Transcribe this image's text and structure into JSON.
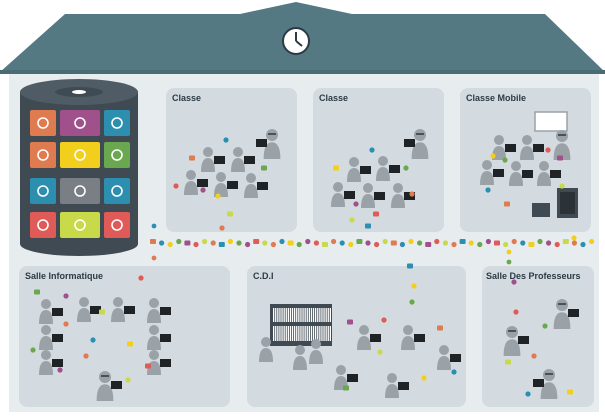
{
  "building": {
    "colors": {
      "roof": "#557983",
      "wall": "#e7ecef",
      "room": "#d3dbe0",
      "person": "#9aa2a8",
      "screen": "#1f2326",
      "server": "#3f4a52"
    }
  },
  "clock": {
    "icon": "clock-icon"
  },
  "server": {
    "app_icons": [
      {
        "name": "microphone-icon",
        "color": "#e07a4f"
      },
      {
        "name": "download-icon",
        "color": "#a0508a"
      },
      {
        "name": "globe-icon",
        "color": "#2c8fb0"
      },
      {
        "name": "video-camera-icon",
        "color": "#e07a4f"
      },
      {
        "name": "warning-cone-icon",
        "color": "#f2cf1d"
      },
      {
        "name": "refresh-icon",
        "color": "#6aa84f"
      },
      {
        "name": "video-player-icon",
        "color": "#2c8fb0"
      },
      {
        "name": "document-icon",
        "color": "#7a7f86"
      },
      {
        "name": "windows-icon",
        "color": "#2c8fb0"
      },
      {
        "name": "globe-icon",
        "color": "#e05a58"
      },
      {
        "name": "music-note-icon",
        "color": "#c8d94a"
      },
      {
        "name": "android-icon",
        "color": "#e05a58"
      }
    ]
  },
  "rooms": [
    {
      "id": "classe-1",
      "label": "Classe"
    },
    {
      "id": "classe-2",
      "label": "Classe"
    },
    {
      "id": "classe-mobile",
      "label": "Classe Mobile"
    },
    {
      "id": "salle-informatique",
      "label": "Salle Informatique"
    },
    {
      "id": "cdi",
      "label": "C.D.I"
    },
    {
      "id": "salle-professeurs",
      "label": "Salle Des Professeurs"
    }
  ],
  "data_stream": {
    "colors": [
      "#e07a4f",
      "#2c8fb0",
      "#f2cf1d",
      "#6aa84f",
      "#a0508a",
      "#e05a58",
      "#c8d94a"
    ]
  }
}
